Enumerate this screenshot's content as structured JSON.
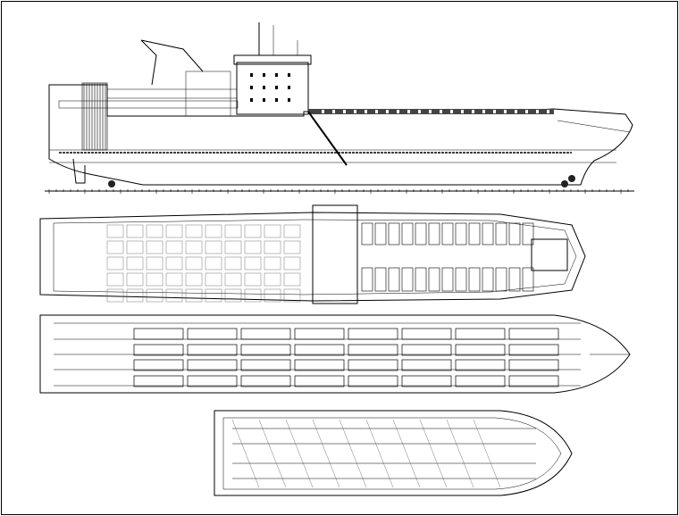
{
  "drawing": {
    "views": [
      "profile",
      "deck-plan-accommodation",
      "deck-plan-vehicle",
      "deck-plan-lower-hold"
    ],
    "line_color": "#000000",
    "background": "#ffffff"
  }
}
